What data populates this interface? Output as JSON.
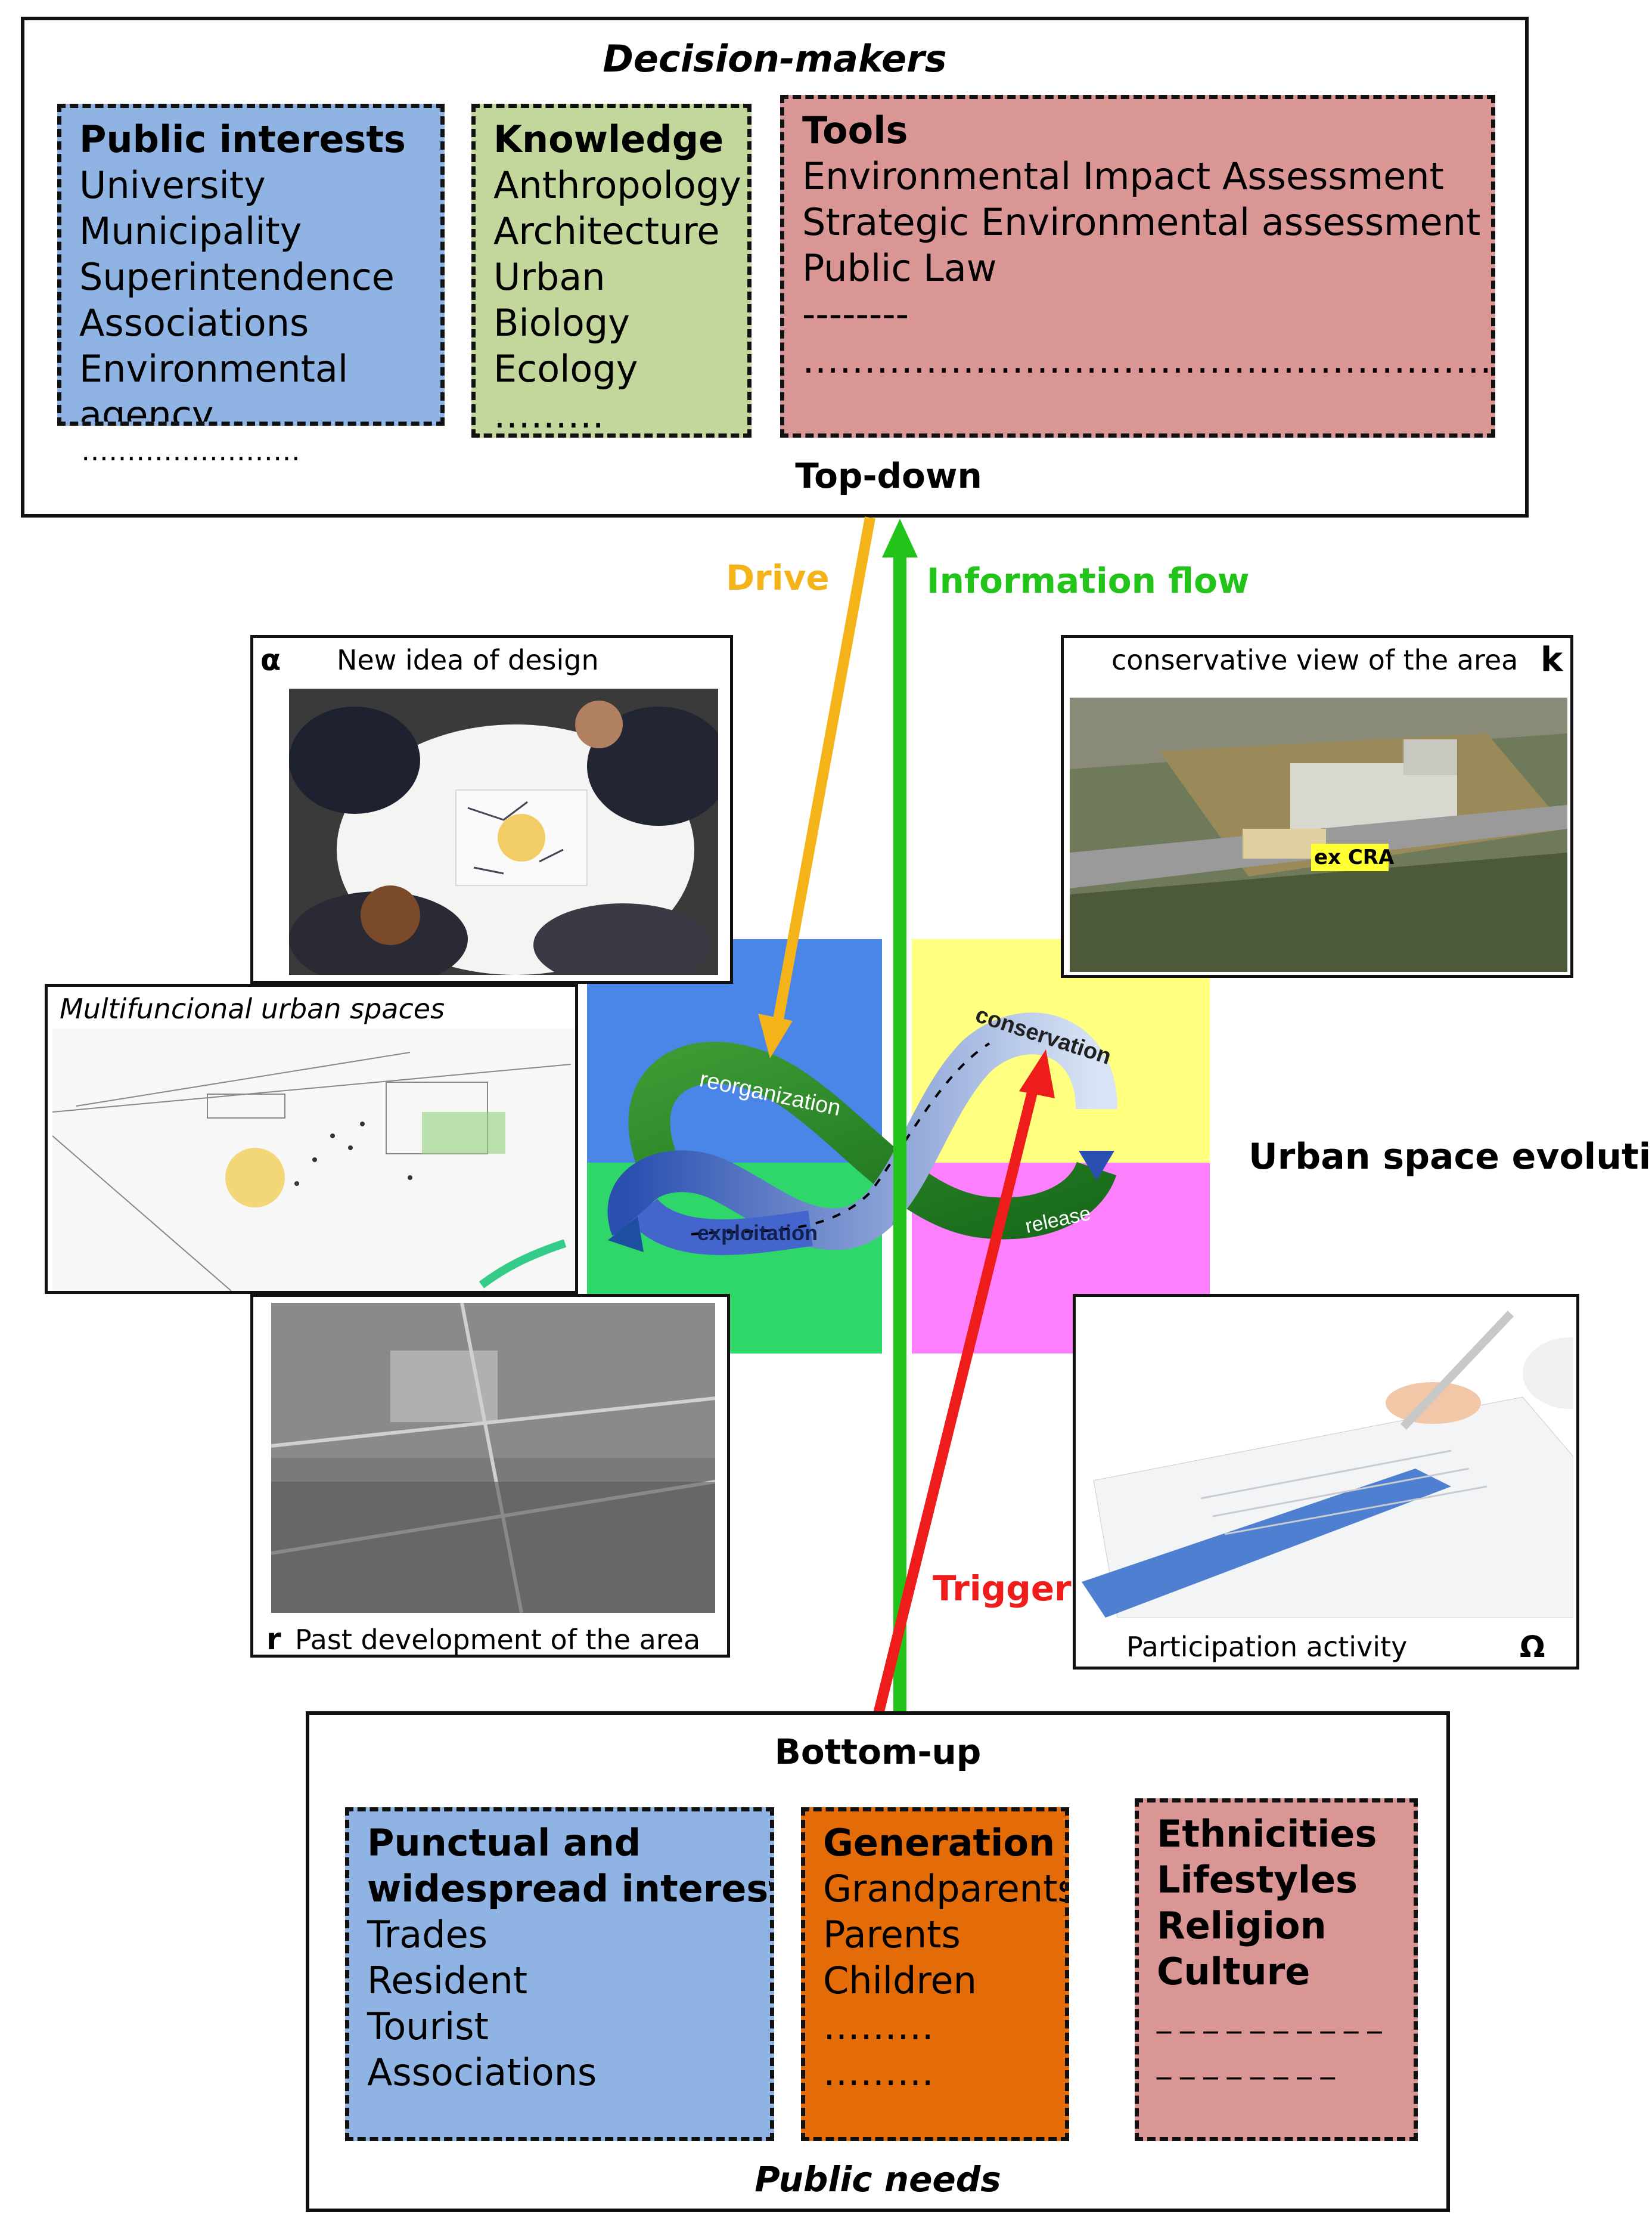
{
  "top": {
    "title": "Decision-makers",
    "footer": "Top-down",
    "public_interests": {
      "heading": "Public interests",
      "items": [
        "University",
        "Municipality",
        "Superintendence",
        "Associations",
        "Environmental",
        "agency"
      ],
      "trailing": "……………………",
      "color": "#8fb4e3"
    },
    "knowledge": {
      "heading": "Knowledge",
      "items": [
        "Anthropology",
        "Architecture",
        "Urban",
        "Biology",
        "Ecology",
        "………"
      ],
      "color": "#c3d69b"
    },
    "tools": {
      "heading": "Tools",
      "items": [
        "Environmental Impact Assessment",
        "Strategic Environmental assessment",
        "Public Law",
        "--------",
        "…………………………………………………………………"
      ],
      "color": "#d99694"
    }
  },
  "arrows": {
    "drive": {
      "label": "Drive",
      "color": "#f5b31a"
    },
    "information_flow": {
      "label": "Information flow",
      "color": "#22c41a"
    },
    "trigger": {
      "label": "Trigger",
      "color": "#ef1c1c"
    }
  },
  "center": {
    "label": "Urban space evolution",
    "cycle": {
      "reorganization": "reorganization",
      "exploitation": "exploitation",
      "conservation": "conservation",
      "release": "release"
    },
    "quadrant_colors": {
      "top_left": "#4a86e8",
      "top_right": "#ffff80",
      "bottom_left": "#2fd66a",
      "bottom_right": "#ff80ff"
    }
  },
  "panels": {
    "design": {
      "letter": "α",
      "caption": "New idea of design"
    },
    "conservative": {
      "caption": "conservative view of the area",
      "letter": "k",
      "tag": "ex CRA"
    },
    "multifunctional": {
      "caption": "Multifuncional urban spaces"
    },
    "past": {
      "letter": "r",
      "caption": "Past development of the area"
    },
    "participation": {
      "caption": "Participation activity",
      "letter": "Ω"
    }
  },
  "bottom": {
    "title": "Bottom-up",
    "footer": "Public needs",
    "interests": {
      "heading_lines": [
        "Punctual and",
        "widespread interests"
      ],
      "items": [
        "Trades",
        "Resident",
        "Tourist",
        "Associations"
      ],
      "color": "#8fb4e3"
    },
    "generation": {
      "heading": "Generation",
      "items": [
        "Grandparents",
        "Parents",
        "Children",
        "………",
        "………"
      ],
      "color": "#e36c09"
    },
    "culture": {
      "items": [
        "Ethnicities",
        "Lifestyles",
        "Religion",
        "Culture"
      ],
      "dashes": [
        "_ _ _ _ _ _ _ _ _ _",
        "_ _ _ _ _ _ _ _"
      ],
      "color": "#d99694"
    }
  }
}
